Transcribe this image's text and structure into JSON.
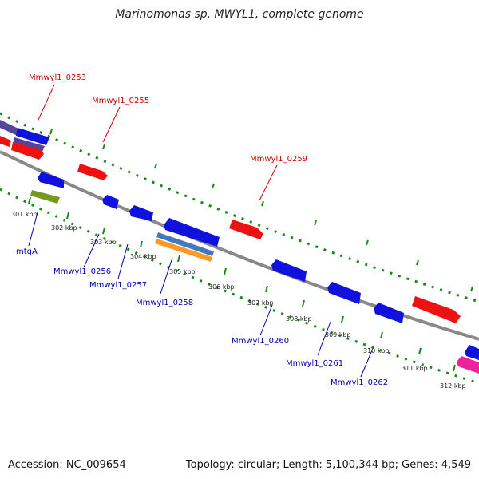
{
  "title": "Marinomonas sp. MWYL1, complete genome",
  "footer": {
    "accession": "Accession: NC_009654",
    "summary": "Topology: circular; Length: 5,100,344 bp; Genes: 4,549"
  },
  "colors": {
    "backbone": "#888888",
    "dots": "#1a8a1a",
    "red_gene": "#ee1111",
    "blue_gene": "#1111dd",
    "purple_gene": "#554499",
    "olive_gene": "#779922",
    "steel_gene": "#4477bb",
    "orange_gene": "#ff9922",
    "pink_gene": "#ee2299",
    "label_red": "#cc0000",
    "label_blue": "#0000aa"
  },
  "tick_labels": [
    "301 kbp",
    "302 kbp",
    "303 kbp",
    "304 kbp",
    "305 kbp",
    "306 kbp",
    "307 kbp",
    "308 kbp",
    "309 kbp",
    "310 kbp",
    "311 kbp",
    "312 kbp"
  ],
  "gene_labels_top": [
    "Mmwyl1_0253",
    "Mmwyl1_0255",
    "Mmwyl1_0259"
  ],
  "gene_labels_bottom": [
    "mtgA",
    "Mmwyl1_0256",
    "Mmwyl1_0257",
    "Mmwyl1_0258",
    "Mmwyl1_0260",
    "Mmwyl1_0261",
    "Mmwyl1_0262"
  ]
}
